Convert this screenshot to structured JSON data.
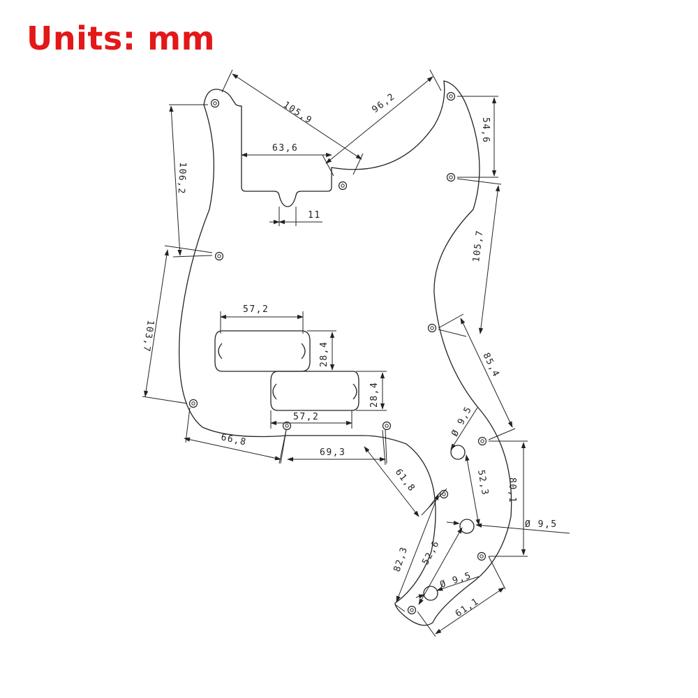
{
  "title": "Units: mm",
  "colors": {
    "title": "#e31818",
    "line": "#222222"
  },
  "dimensions": {
    "d105_9": "105,9",
    "d96_2": "96,2",
    "d63_6": "63,6",
    "d11": "11",
    "d106_2": "106,2",
    "d54_6": "54,6",
    "d105_7": "105,7",
    "d57_2_top": "57,2",
    "d28_4_a": "28,4",
    "d28_4_b": "28,4",
    "d103_7": "103,7",
    "d57_2_bottom": "57,2",
    "d85_4": "85,4",
    "d66_8": "66,8",
    "d69_3": "69,3",
    "d9_5_a": "Ø 9,5",
    "d52_3": "52,3",
    "d80_1": "80,1",
    "d9_5_b": "Ø 9,5",
    "d61_8": "61,8",
    "d82_3": "82,3",
    "d52_6": "52,6",
    "d9_5_c": "Ø 9,5",
    "d61_1": "61,1"
  }
}
